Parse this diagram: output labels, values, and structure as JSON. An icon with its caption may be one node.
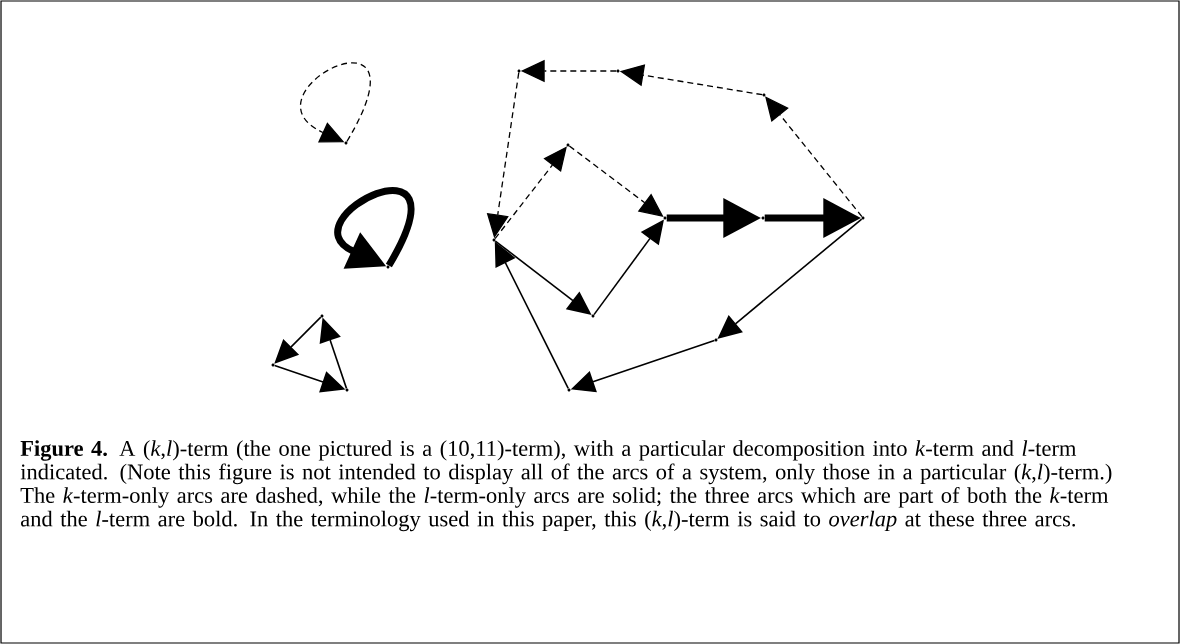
{
  "diagram": {
    "caption": "**Figure 4.** A (*k*,*l*)-term (the one pictured is a (10,11)-term), with a particular decomposition into *k*-term and *l*-term indicated. (Note this figure is not intended to display all of the arcs of a system, only those in a particular (*k*,*l*)-term.) The *k*-term-only arcs are dashed, while the *l*-term-only arcs are solid; the three arcs which are part of both the *k*-term and the *l*-term are bold. In the terminology used in this paper, this (*k*,*l*)-term is said to *overlap* at these three arcs.",
    "nodes": [
      {
        "text": [],
        "shape": "point"
      },
      {
        "text": [],
        "shape": "point"
      },
      {
        "text": [],
        "shape": "point"
      },
      {
        "text": [],
        "shape": "point"
      },
      {
        "text": [],
        "shape": "point"
      },
      {
        "text": [],
        "shape": "point"
      },
      {
        "text": [],
        "shape": "point"
      },
      {
        "text": [],
        "shape": "point"
      },
      {
        "text": [],
        "shape": "point"
      },
      {
        "text": [],
        "shape": "point"
      },
      {
        "text": [],
        "shape": "point"
      },
      {
        "text": [],
        "shape": "point"
      },
      {
        "text": [],
        "shape": "point"
      },
      {
        "text": [],
        "shape": "point"
      },
      {
        "text": [],
        "shape": "point"
      },
      {
        "text": [],
        "shape": "point"
      }
    ],
    "edges": [
      {
        "from": 0,
        "to": 0,
        "arrow": "to",
        "style": "dashed"
      },
      {
        "from": 1,
        "to": 1,
        "arrow": "to",
        "style": "thick"
      },
      {
        "from": 2,
        "to": 3,
        "arrow": "to"
      },
      {
        "from": 3,
        "to": 4,
        "arrow": "to"
      },
      {
        "from": 4,
        "to": 2,
        "arrow": "to"
      },
      {
        "from": 14,
        "to": 13,
        "arrow": "to",
        "style": "dashed"
      },
      {
        "from": 13,
        "to": 6,
        "arrow": "to",
        "style": "dashed"
      },
      {
        "from": 6,
        "to": 5,
        "arrow": "to",
        "style": "dashed"
      },
      {
        "from": 5,
        "to": 8,
        "arrow": "to",
        "style": "dashed"
      },
      {
        "from": 8,
        "to": 7,
        "arrow": "to",
        "style": "dashed"
      },
      {
        "from": 7,
        "to": 9,
        "arrow": "to",
        "style": "dashed"
      },
      {
        "from": 8,
        "to": 10,
        "arrow": "to"
      },
      {
        "from": 10,
        "to": 9,
        "arrow": "to"
      },
      {
        "from": 9,
        "to": 12,
        "arrow": "to",
        "style": "thick"
      },
      {
        "from": 12,
        "to": 14,
        "arrow": "to",
        "style": "thick"
      },
      {
        "from": 14,
        "to": 11,
        "arrow": "to"
      },
      {
        "from": 11,
        "to": 15,
        "arrow": "to"
      },
      {
        "from": 15,
        "to": 8,
        "arrow": "to"
      }
    ]
  }
}
